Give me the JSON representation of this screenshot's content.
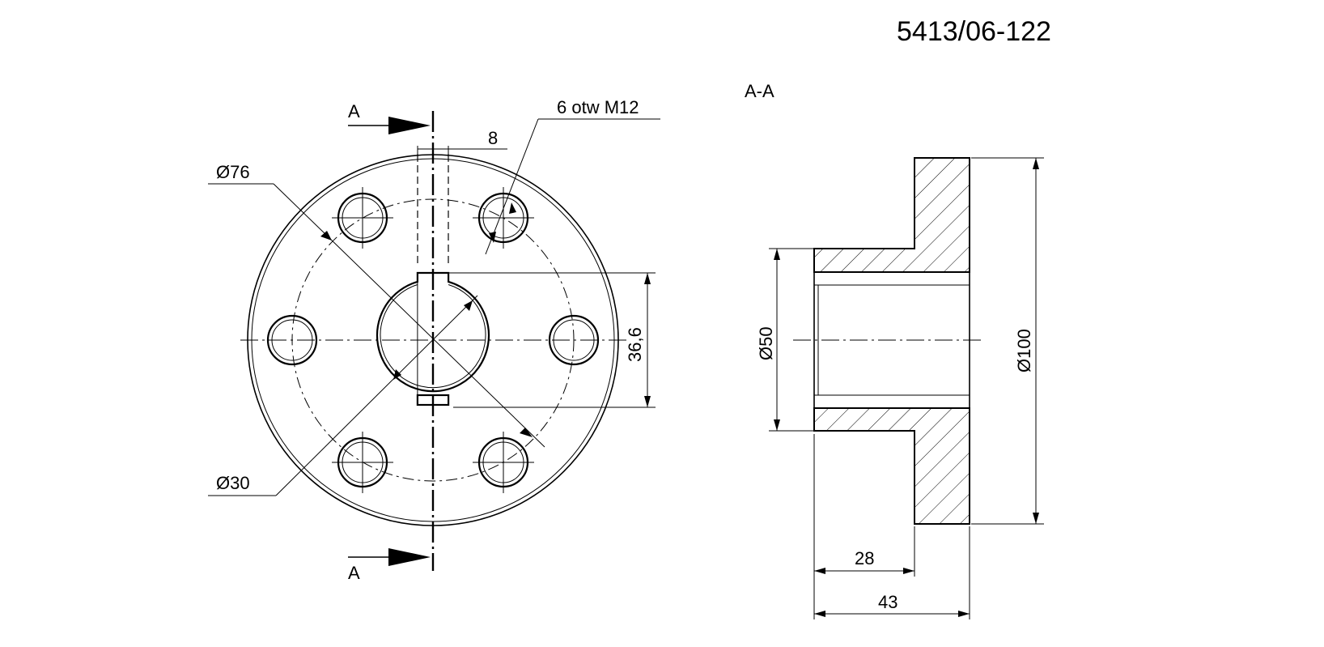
{
  "drawing_number": "5413/06-122",
  "section_label": "A-A",
  "cut_marker_top": "A",
  "cut_marker_bottom": "A",
  "front_view": {
    "dim_pcd": "76",
    "dim_bore": "30",
    "dim_key_width": "8",
    "dim_key_height": "36,6",
    "holes_note": "6 otw M12"
  },
  "section_view": {
    "dim_hub_dia": "50",
    "dim_flange_dia": "100",
    "dim_hub_length": "28",
    "dim_total_length": "43"
  },
  "diameter_symbol": "Ø"
}
